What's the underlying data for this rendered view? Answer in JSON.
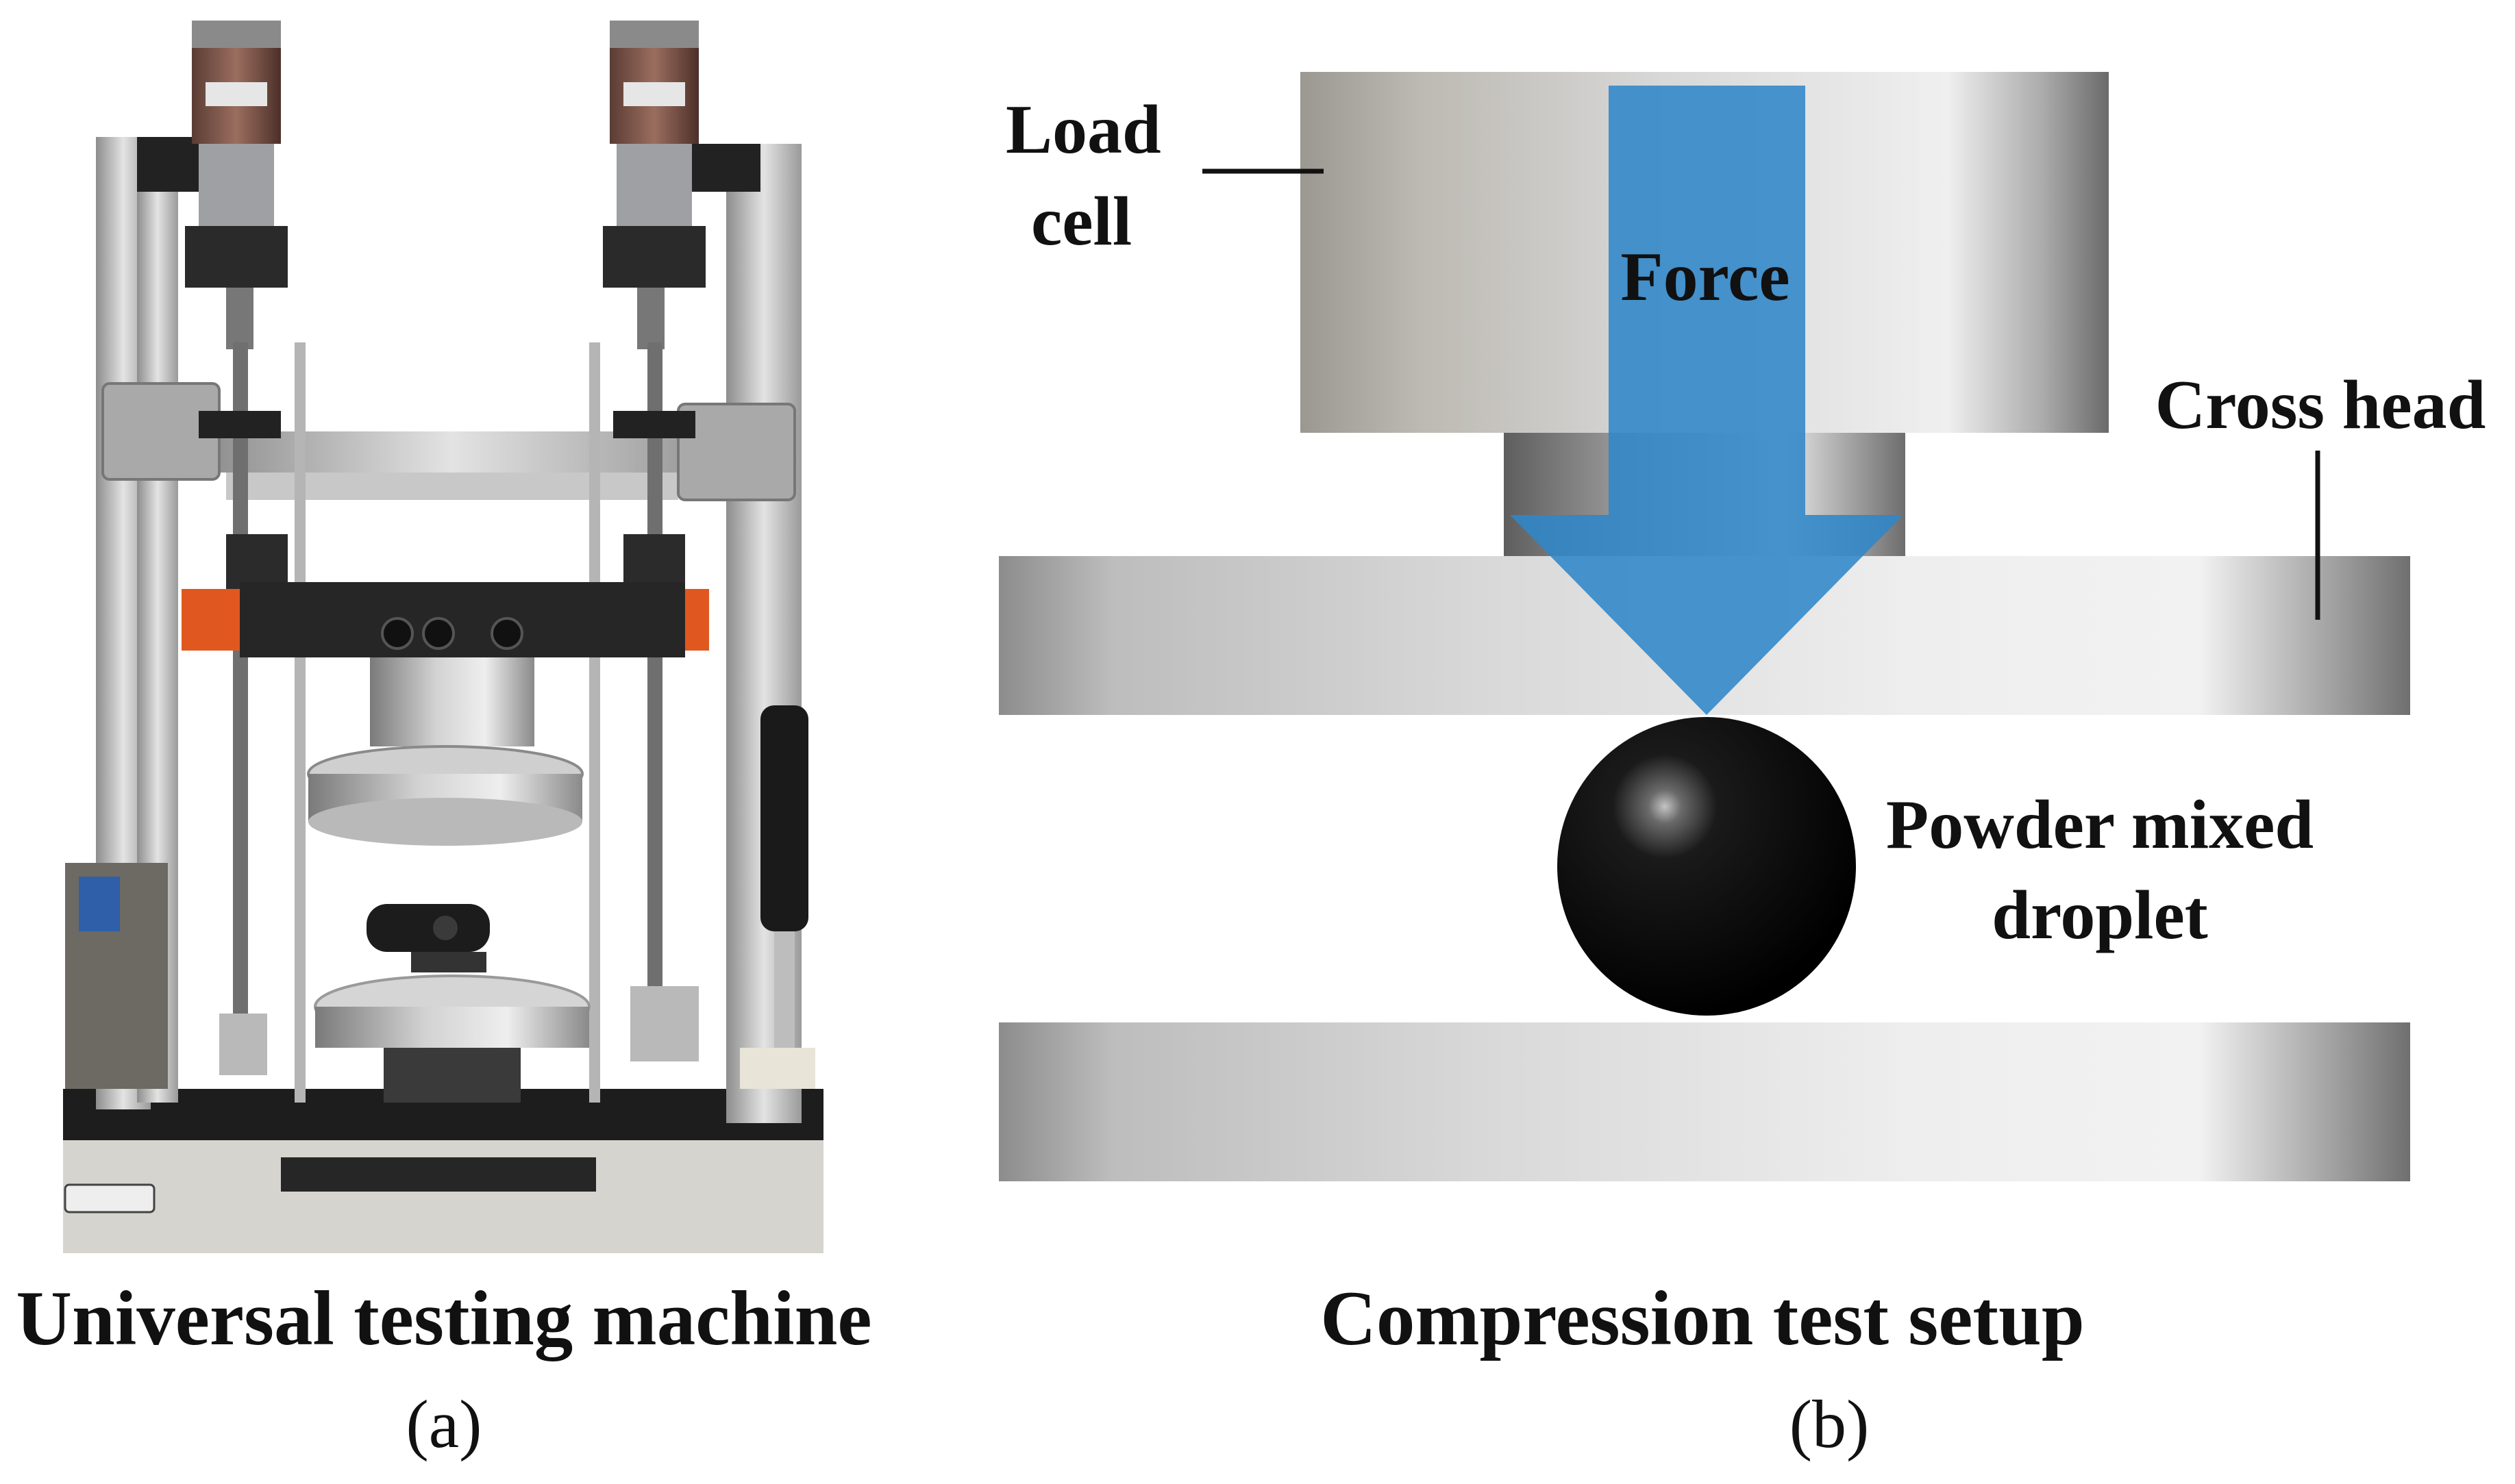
{
  "panel_a": {
    "title": "Universal testing machine",
    "label": "(a)"
  },
  "panel_b": {
    "title": "Compression test setup",
    "label": "(b)",
    "load_cell_line1": "Load",
    "load_cell_line2": "cell",
    "force_label": "Force",
    "cross_head_label": "Cross head",
    "droplet_line1": "Powder mixed",
    "droplet_line2": "droplet"
  },
  "colors": {
    "force_arrow": "#2f86c8",
    "droplet": "#050505",
    "metal_light": "#e8e8e8",
    "metal_dark": "#8a8a8a"
  },
  "icons": {
    "machine_photo": "universal-testing-machine-illustration",
    "force_arrow": "down-arrow-icon"
  }
}
